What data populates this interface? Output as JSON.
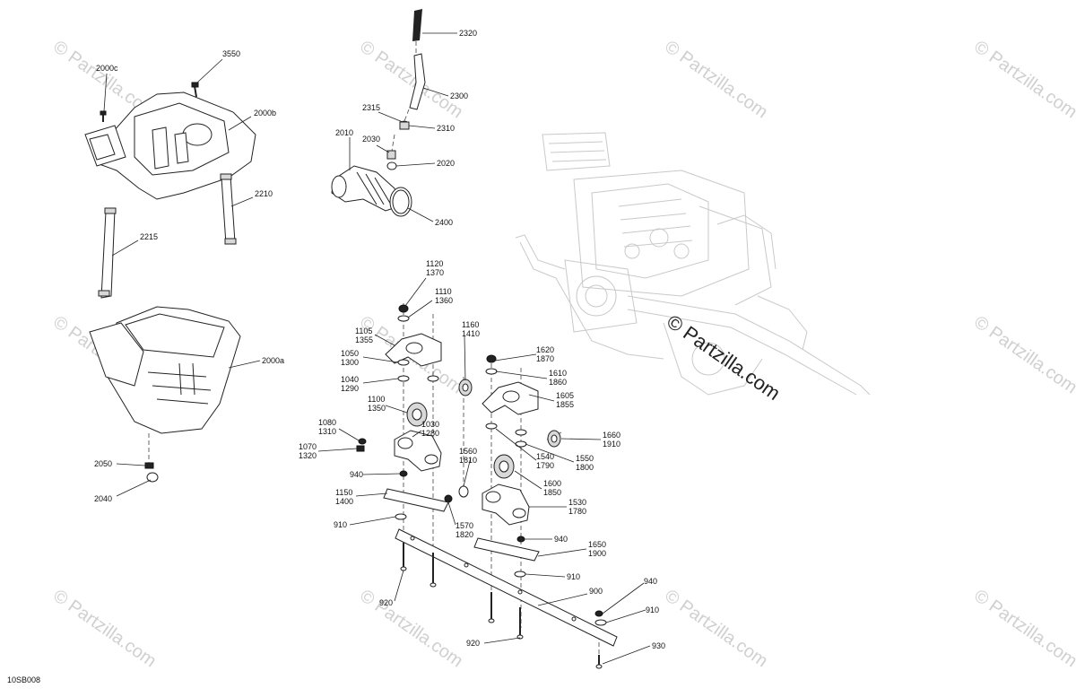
{
  "diagram_code": "10SB008",
  "watermark": {
    "text": "© Partzilla.com",
    "center_text": "© Partzilla.com"
  },
  "callouts": {
    "c2000c": "2000c",
    "c3550": "3550",
    "c2000b": "2000b",
    "c2210": "2210",
    "c2215": "2215",
    "c2000a": "2000a",
    "c2050": "2050",
    "c2040": "2040",
    "c2320": "2320",
    "c2300": "2300",
    "c2315": "2315",
    "c2310": "2310",
    "c2010": "2010",
    "c2030": "2030",
    "c2020": "2020",
    "c2400": "2400",
    "c1120": "1120",
    "c1370": "1370",
    "c1110": "1110",
    "c1360": "1360",
    "c1105": "1105",
    "c1355": "1355",
    "c1160": "1160",
    "c1410": "1410",
    "c1050": "1050",
    "c1300": "1300",
    "c1040": "1040",
    "c1290": "1290",
    "c1620": "1620",
    "c1870": "1870",
    "c1610": "1610",
    "c1860": "1860",
    "c1605": "1605",
    "c1855": "1855",
    "c1100": "1100",
    "c1350": "1350",
    "c1080": "1080",
    "c1310": "1310",
    "c1030": "1030",
    "c1280": "1280",
    "c1660": "1660",
    "c1910": "1910",
    "c1070": "1070",
    "c1320": "1320",
    "c1560": "1560",
    "c1810": "1810",
    "c1540": "1540",
    "c1790": "1790",
    "c1550": "1550",
    "c1800": "1800",
    "c940a": "940",
    "c1600": "1600",
    "c1850": "1850",
    "c1150": "1150",
    "c1400": "1400",
    "c1530": "1530",
    "c1780": "1780",
    "c910a": "910",
    "c1570": "1570",
    "c1820": "1820",
    "c940b": "940",
    "c1650": "1650",
    "c1900": "1900",
    "c910b": "910",
    "c920a": "920",
    "c900": "900",
    "c940c": "940",
    "c910c": "910",
    "c920b": "920",
    "c930": "930"
  }
}
